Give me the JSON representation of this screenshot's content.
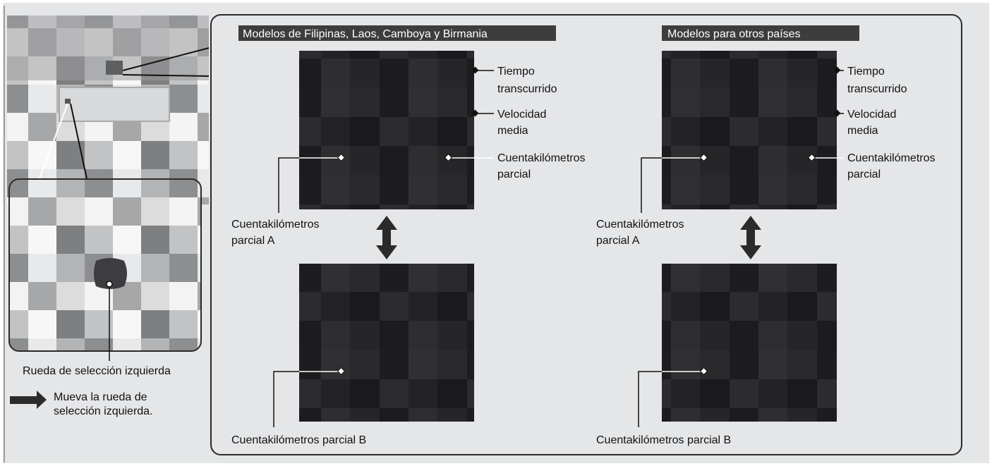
{
  "colors": {
    "background": "#e5e6e8",
    "panel_border": "#3a3a3a",
    "header_fill": "#3d3d3d",
    "display_dark": "#1f1f21",
    "arrow": "#2b2b2b"
  },
  "icons": {
    "steering_wheel": "steering-wheel-photo",
    "selector_wheel": "left-selector-wheel",
    "move_arrow": "right-arrow-icon",
    "toggle_arrow": "up-down-arrow-icon"
  },
  "left": {
    "wheel_label": "Rueda de selección izquierda",
    "instruction_line1": "Mueva la rueda de",
    "instruction_line2": "selección izquierda."
  },
  "sections": [
    {
      "header": "Modelos de Filipinas, Laos, Camboya y Birmania",
      "labels": {
        "elapsed_line1": "Tiempo",
        "elapsed_line2": "transcurrido",
        "avg_line1": "Velocidad",
        "avg_line2": "media",
        "trip_line1": "Cuentakilómetros",
        "trip_line2": "parcial",
        "trip_a_line1": "Cuentakilómetros",
        "trip_a_line2": "parcial A",
        "trip_b": "Cuentakilómetros parcial B"
      }
    },
    {
      "header": "Modelos para otros países",
      "labels": {
        "elapsed_line1": "Tiempo",
        "elapsed_line2": "transcurrido",
        "avg_line1": "Velocidad",
        "avg_line2": "media",
        "trip_line1": "Cuentakilómetros",
        "trip_line2": "parcial",
        "trip_a_line1": "Cuentakilómetros",
        "trip_a_line2": "parcial A",
        "trip_b": "Cuentakilómetros parcial B"
      }
    }
  ]
}
